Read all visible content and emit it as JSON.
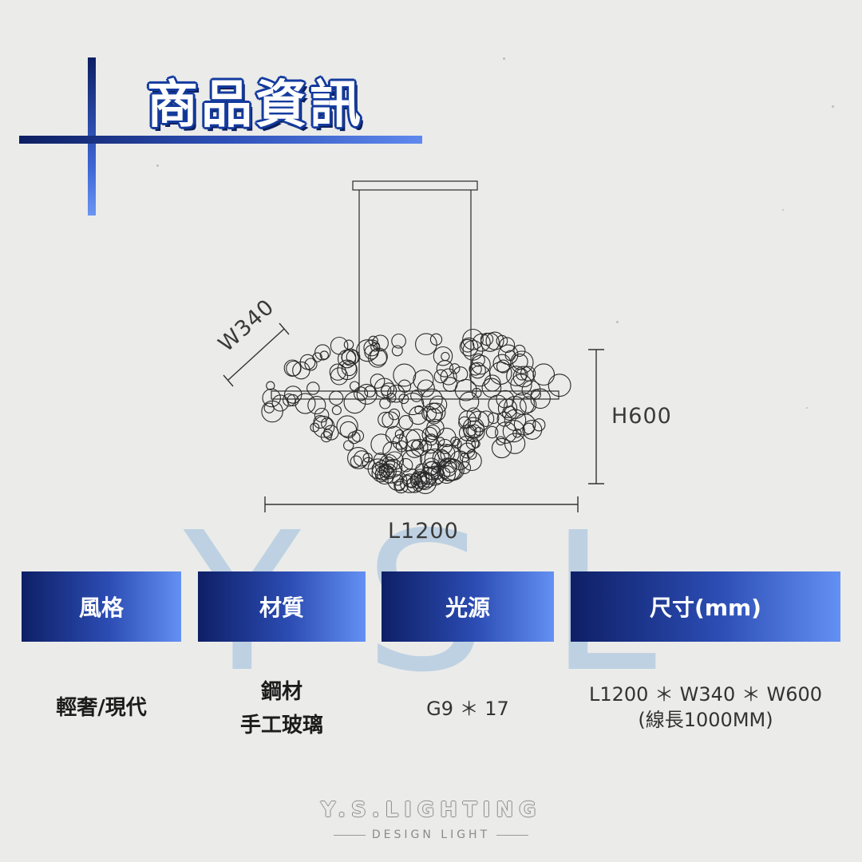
{
  "title": "商品資訊",
  "dimensions": {
    "width_label": "W340",
    "height_label": "H600",
    "length_label": "L1200"
  },
  "watermark": "YSL",
  "table": {
    "headers": [
      "風格",
      "材質",
      "光源",
      "尺寸(mm)"
    ],
    "style_value": "輕奢/現代",
    "material_lines": [
      "鋼材",
      "手工玻璃"
    ],
    "light_value": "G9 ＊ 17",
    "size_lines": [
      "L1200 ＊ W340 ＊ W600",
      "(線長1000MM)"
    ]
  },
  "brand": {
    "name": "Y.S.LIGHTING",
    "tagline": "DESIGN LIGHT"
  },
  "colors": {
    "accent_dark": "#0e1f66",
    "accent_light": "#6490f3",
    "background": "#ebebea"
  }
}
